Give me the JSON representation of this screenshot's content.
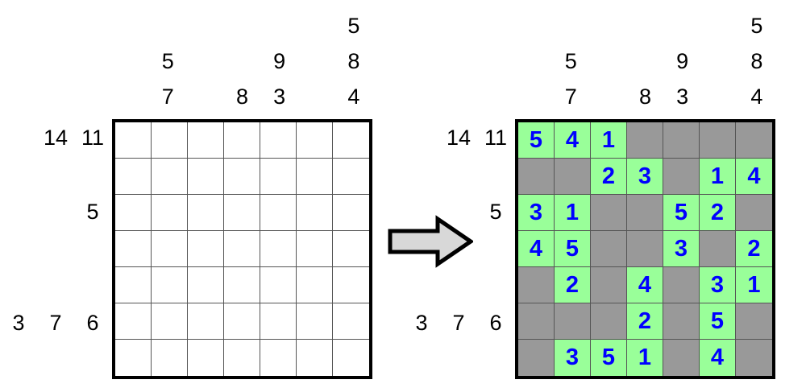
{
  "puzzle": {
    "type": "number-placement-grid-puzzle",
    "grid_size": {
      "rows": 7,
      "cols": 7
    },
    "colors": {
      "filled_cell": "#99ff99",
      "blank_cell": "#999999",
      "digit": "#0000ff",
      "clue": "#000000",
      "border": "#000000",
      "arrow_fill": "#d8d8d8",
      "arrow_stroke": "#000000"
    },
    "column_clues": [
      [],
      [
        "5",
        "7"
      ],
      [],
      [
        "8"
      ],
      [
        "9",
        "3"
      ],
      [],
      [
        "5",
        "8",
        "4"
      ]
    ],
    "row_clues": [
      [
        "14",
        "11"
      ],
      [],
      [
        "5"
      ],
      [],
      [],
      [
        "3",
        "7",
        "6"
      ],
      []
    ]
  },
  "left_panel": {
    "name": "unsolved-puzzle",
    "cells": [
      [
        "",
        "",
        "",
        "",
        "",
        "",
        ""
      ],
      [
        "",
        "",
        "",
        "",
        "",
        "",
        ""
      ],
      [
        "",
        "",
        "",
        "",
        "",
        "",
        ""
      ],
      [
        "",
        "",
        "",
        "",
        "",
        "",
        ""
      ],
      [
        "",
        "",
        "",
        "",
        "",
        "",
        ""
      ],
      [
        "",
        "",
        "",
        "",
        "",
        "",
        ""
      ],
      [
        "",
        "",
        "",
        "",
        "",
        "",
        ""
      ]
    ],
    "states": [
      [
        "empty",
        "empty",
        "empty",
        "empty",
        "empty",
        "empty",
        "empty"
      ],
      [
        "empty",
        "empty",
        "empty",
        "empty",
        "empty",
        "empty",
        "empty"
      ],
      [
        "empty",
        "empty",
        "empty",
        "empty",
        "empty",
        "empty",
        "empty"
      ],
      [
        "empty",
        "empty",
        "empty",
        "empty",
        "empty",
        "empty",
        "empty"
      ],
      [
        "empty",
        "empty",
        "empty",
        "empty",
        "empty",
        "empty",
        "empty"
      ],
      [
        "empty",
        "empty",
        "empty",
        "empty",
        "empty",
        "empty",
        "empty"
      ],
      [
        "empty",
        "empty",
        "empty",
        "empty",
        "empty",
        "empty",
        "empty"
      ]
    ]
  },
  "right_panel": {
    "name": "solved-puzzle",
    "cells": [
      [
        "5",
        "4",
        "1",
        "",
        "",
        "",
        ""
      ],
      [
        "",
        "",
        "2",
        "3",
        "",
        "1",
        "4"
      ],
      [
        "3",
        "1",
        "",
        "",
        "5",
        "2",
        ""
      ],
      [
        "4",
        "5",
        "",
        "",
        "3",
        "",
        "2"
      ],
      [
        "",
        "2",
        "",
        "4",
        "",
        "3",
        "1"
      ],
      [
        "",
        "",
        "",
        "2",
        "",
        "5",
        ""
      ],
      [
        "",
        "3",
        "5",
        "1",
        "",
        "4",
        ""
      ]
    ],
    "states": [
      [
        "filled",
        "filled",
        "filled",
        "blank",
        "blank",
        "blank",
        "blank"
      ],
      [
        "blank",
        "blank",
        "filled",
        "filled",
        "blank",
        "filled",
        "filled"
      ],
      [
        "filled",
        "filled",
        "blank",
        "blank",
        "filled",
        "filled",
        "blank"
      ],
      [
        "filled",
        "filled",
        "blank",
        "blank",
        "filled",
        "blank",
        "filled"
      ],
      [
        "blank",
        "filled",
        "blank",
        "filled",
        "blank",
        "filled",
        "filled"
      ],
      [
        "blank",
        "blank",
        "blank",
        "filled",
        "blank",
        "filled",
        "blank"
      ],
      [
        "blank",
        "filled",
        "filled",
        "filled",
        "blank",
        "filled",
        "blank"
      ]
    ]
  },
  "arrow": {
    "direction": "right",
    "label": "transforms-to"
  }
}
